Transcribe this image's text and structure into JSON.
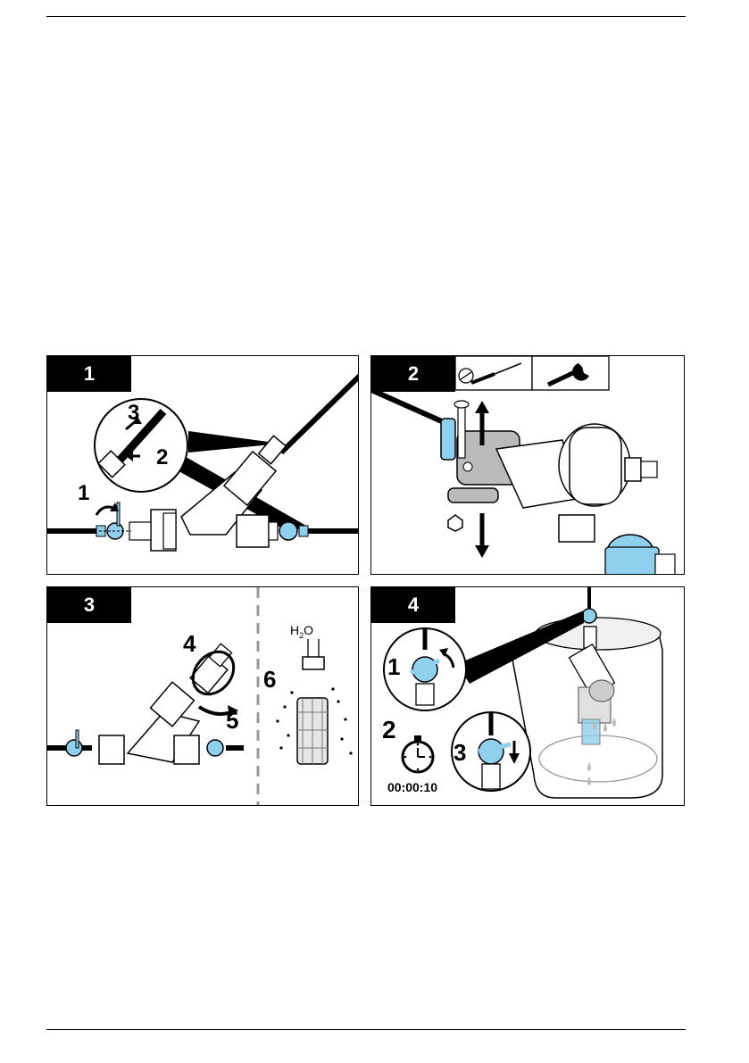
{
  "panels": [
    {
      "step": "1",
      "callouts": [
        "1",
        "2",
        "3"
      ]
    },
    {
      "step": "2",
      "tools": [
        "screwdriver-icon",
        "wrench-icon"
      ]
    },
    {
      "step": "3",
      "callouts": [
        "4",
        "5",
        "6"
      ],
      "water_label": "H",
      "water_sub": "2",
      "water_suffix": "O"
    },
    {
      "step": "4",
      "callouts": [
        "1",
        "2",
        "3"
      ],
      "timer": "00:00:10"
    }
  ],
  "colors": {
    "accent_blue": "#8fd0ee",
    "line": "#000000",
    "shade": "#d9d9d9"
  }
}
